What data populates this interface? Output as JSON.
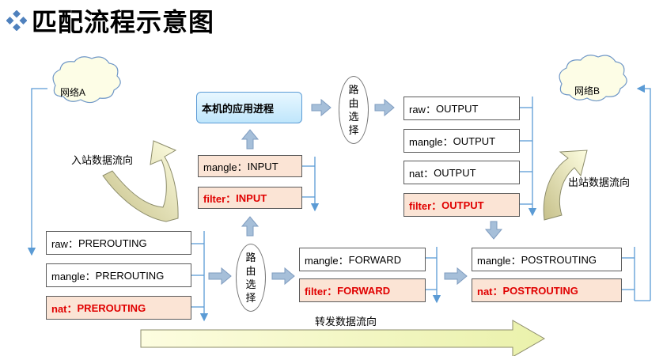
{
  "title": "匹配流程示意图",
  "clouds": {
    "left": "网络A",
    "right": "网络B"
  },
  "process": "本机的应用进程",
  "route_decision": [
    "路",
    "由",
    "选",
    "择"
  ],
  "prerouting": [
    {
      "prefix": "raw：",
      "chain": "PREROUTING",
      "style": "plain"
    },
    {
      "prefix": "mangle：",
      "chain": "PREROUTING",
      "style": "plain"
    },
    {
      "prefix": "nat：",
      "chain": "PREROUTING",
      "style": "red"
    }
  ],
  "input": [
    {
      "prefix": "mangle：",
      "chain": "INPUT",
      "style": "peach"
    },
    {
      "prefix": "filter：",
      "chain": "INPUT",
      "style": "red"
    }
  ],
  "output": [
    {
      "prefix": "raw：",
      "chain": "OUTPUT",
      "style": "plain"
    },
    {
      "prefix": "mangle：",
      "chain": "OUTPUT",
      "style": "plain"
    },
    {
      "prefix": "nat：",
      "chain": "OUTPUT",
      "style": "plain"
    },
    {
      "prefix": "filter：",
      "chain": "OUTPUT",
      "style": "red"
    }
  ],
  "forward": [
    {
      "prefix": "mangle：",
      "chain": "FORWARD",
      "style": "plain"
    },
    {
      "prefix": "filter：",
      "chain": "FORWARD",
      "style": "red"
    }
  ],
  "postrouting": [
    {
      "prefix": "mangle：",
      "chain": "POSTROUTING",
      "style": "plain"
    },
    {
      "prefix": "nat：",
      "chain": "POSTROUTING",
      "style": "red"
    }
  ],
  "labels": {
    "inbound": "入站数据流向",
    "outbound": "出站数据流向",
    "forward": "转发数据流向"
  },
  "colors": {
    "line": "#5b9bd5",
    "arrow_fill": "#a6bfd9",
    "red_text": "#e00000",
    "peach": "#fbe4d5",
    "diamond": "#4f81bd"
  }
}
